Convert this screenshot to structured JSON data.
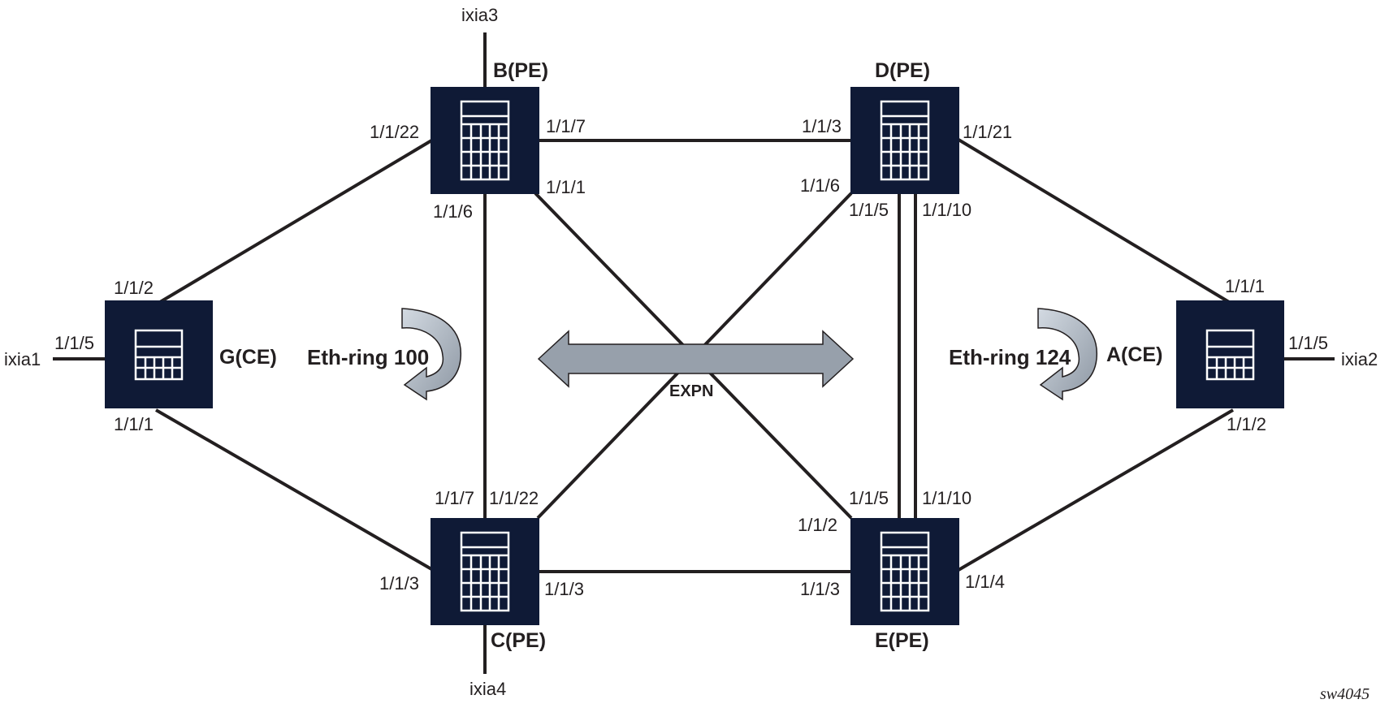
{
  "nodes": {
    "B": {
      "label": "B(PE)"
    },
    "D": {
      "label": "D(PE)"
    },
    "G": {
      "label": "G(CE)"
    },
    "A": {
      "label": "A(CE)"
    },
    "C": {
      "label": "C(PE)"
    },
    "E": {
      "label": "E(PE)"
    }
  },
  "endpoints": {
    "ixia1": "ixia1",
    "ixia2": "ixia2",
    "ixia3": "ixia3",
    "ixia4": "ixia4"
  },
  "ports": {
    "B_1_1_22": "1/1/22",
    "B_1_1_7": "1/1/7",
    "B_1_1_1": "1/1/1",
    "B_1_1_6": "1/1/6",
    "D_1_1_3": "1/1/3",
    "D_1_1_21": "1/1/21",
    "D_1_1_6": "1/1/6",
    "D_1_1_5": "1/1/5",
    "D_1_1_10": "1/1/10",
    "G_1_1_2": "1/1/2",
    "G_1_1_5": "1/1/5",
    "G_1_1_1": "1/1/1",
    "A_1_1_1": "1/1/1",
    "A_1_1_5": "1/1/5",
    "A_1_1_2": "1/1/2",
    "C_1_1_7": "1/1/7",
    "C_1_1_22": "1/1/22",
    "C_1_1_3_left": "1/1/3",
    "C_1_1_3_right": "1/1/3",
    "E_1_1_5": "1/1/5",
    "E_1_1_10": "1/1/10",
    "E_1_1_2": "1/1/2",
    "E_1_1_3": "1/1/3",
    "E_1_1_4": "1/1/4"
  },
  "rings": {
    "ring100": "Eth-ring 100",
    "ring124": "Eth-ring 124"
  },
  "expn_label": "EXPN",
  "figure_id": "sw4045",
  "colors": {
    "node_fill": "#0f1a36",
    "line": "#231f20",
    "arrow_fill": "#97a0ab",
    "arrow_light": "#c5ced8"
  }
}
